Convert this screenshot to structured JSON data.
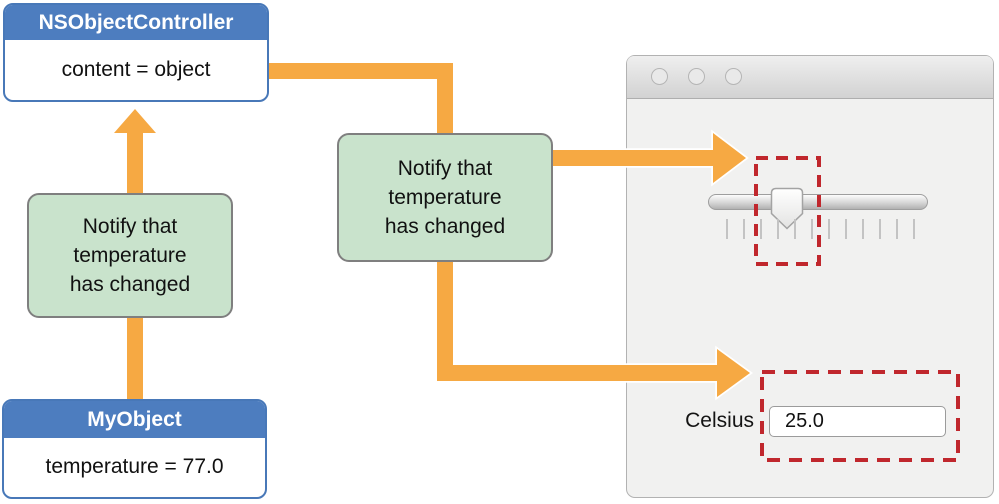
{
  "colors": {
    "arrow_orange": "#f6a943",
    "box_blue": "#4d7dbf",
    "notify_green": "#c9e3cc",
    "highlight_red": "#c0272d"
  },
  "controller_box": {
    "title": "NSObjectController",
    "body": "content = object"
  },
  "object_box": {
    "title": "MyObject",
    "body": "temperature = 77.0"
  },
  "notify_left": {
    "lines": [
      "Notify that",
      "temperature",
      "has changed"
    ]
  },
  "notify_middle": {
    "lines": [
      "Notify that",
      "temperature",
      "has changed"
    ]
  },
  "window": {
    "traffic_lights": [
      "close",
      "minimize",
      "zoom"
    ],
    "slider": {
      "tick_count": 12,
      "knob_fraction": 0.36
    },
    "celsius_label": "Celsius",
    "field_value": "25.0"
  }
}
